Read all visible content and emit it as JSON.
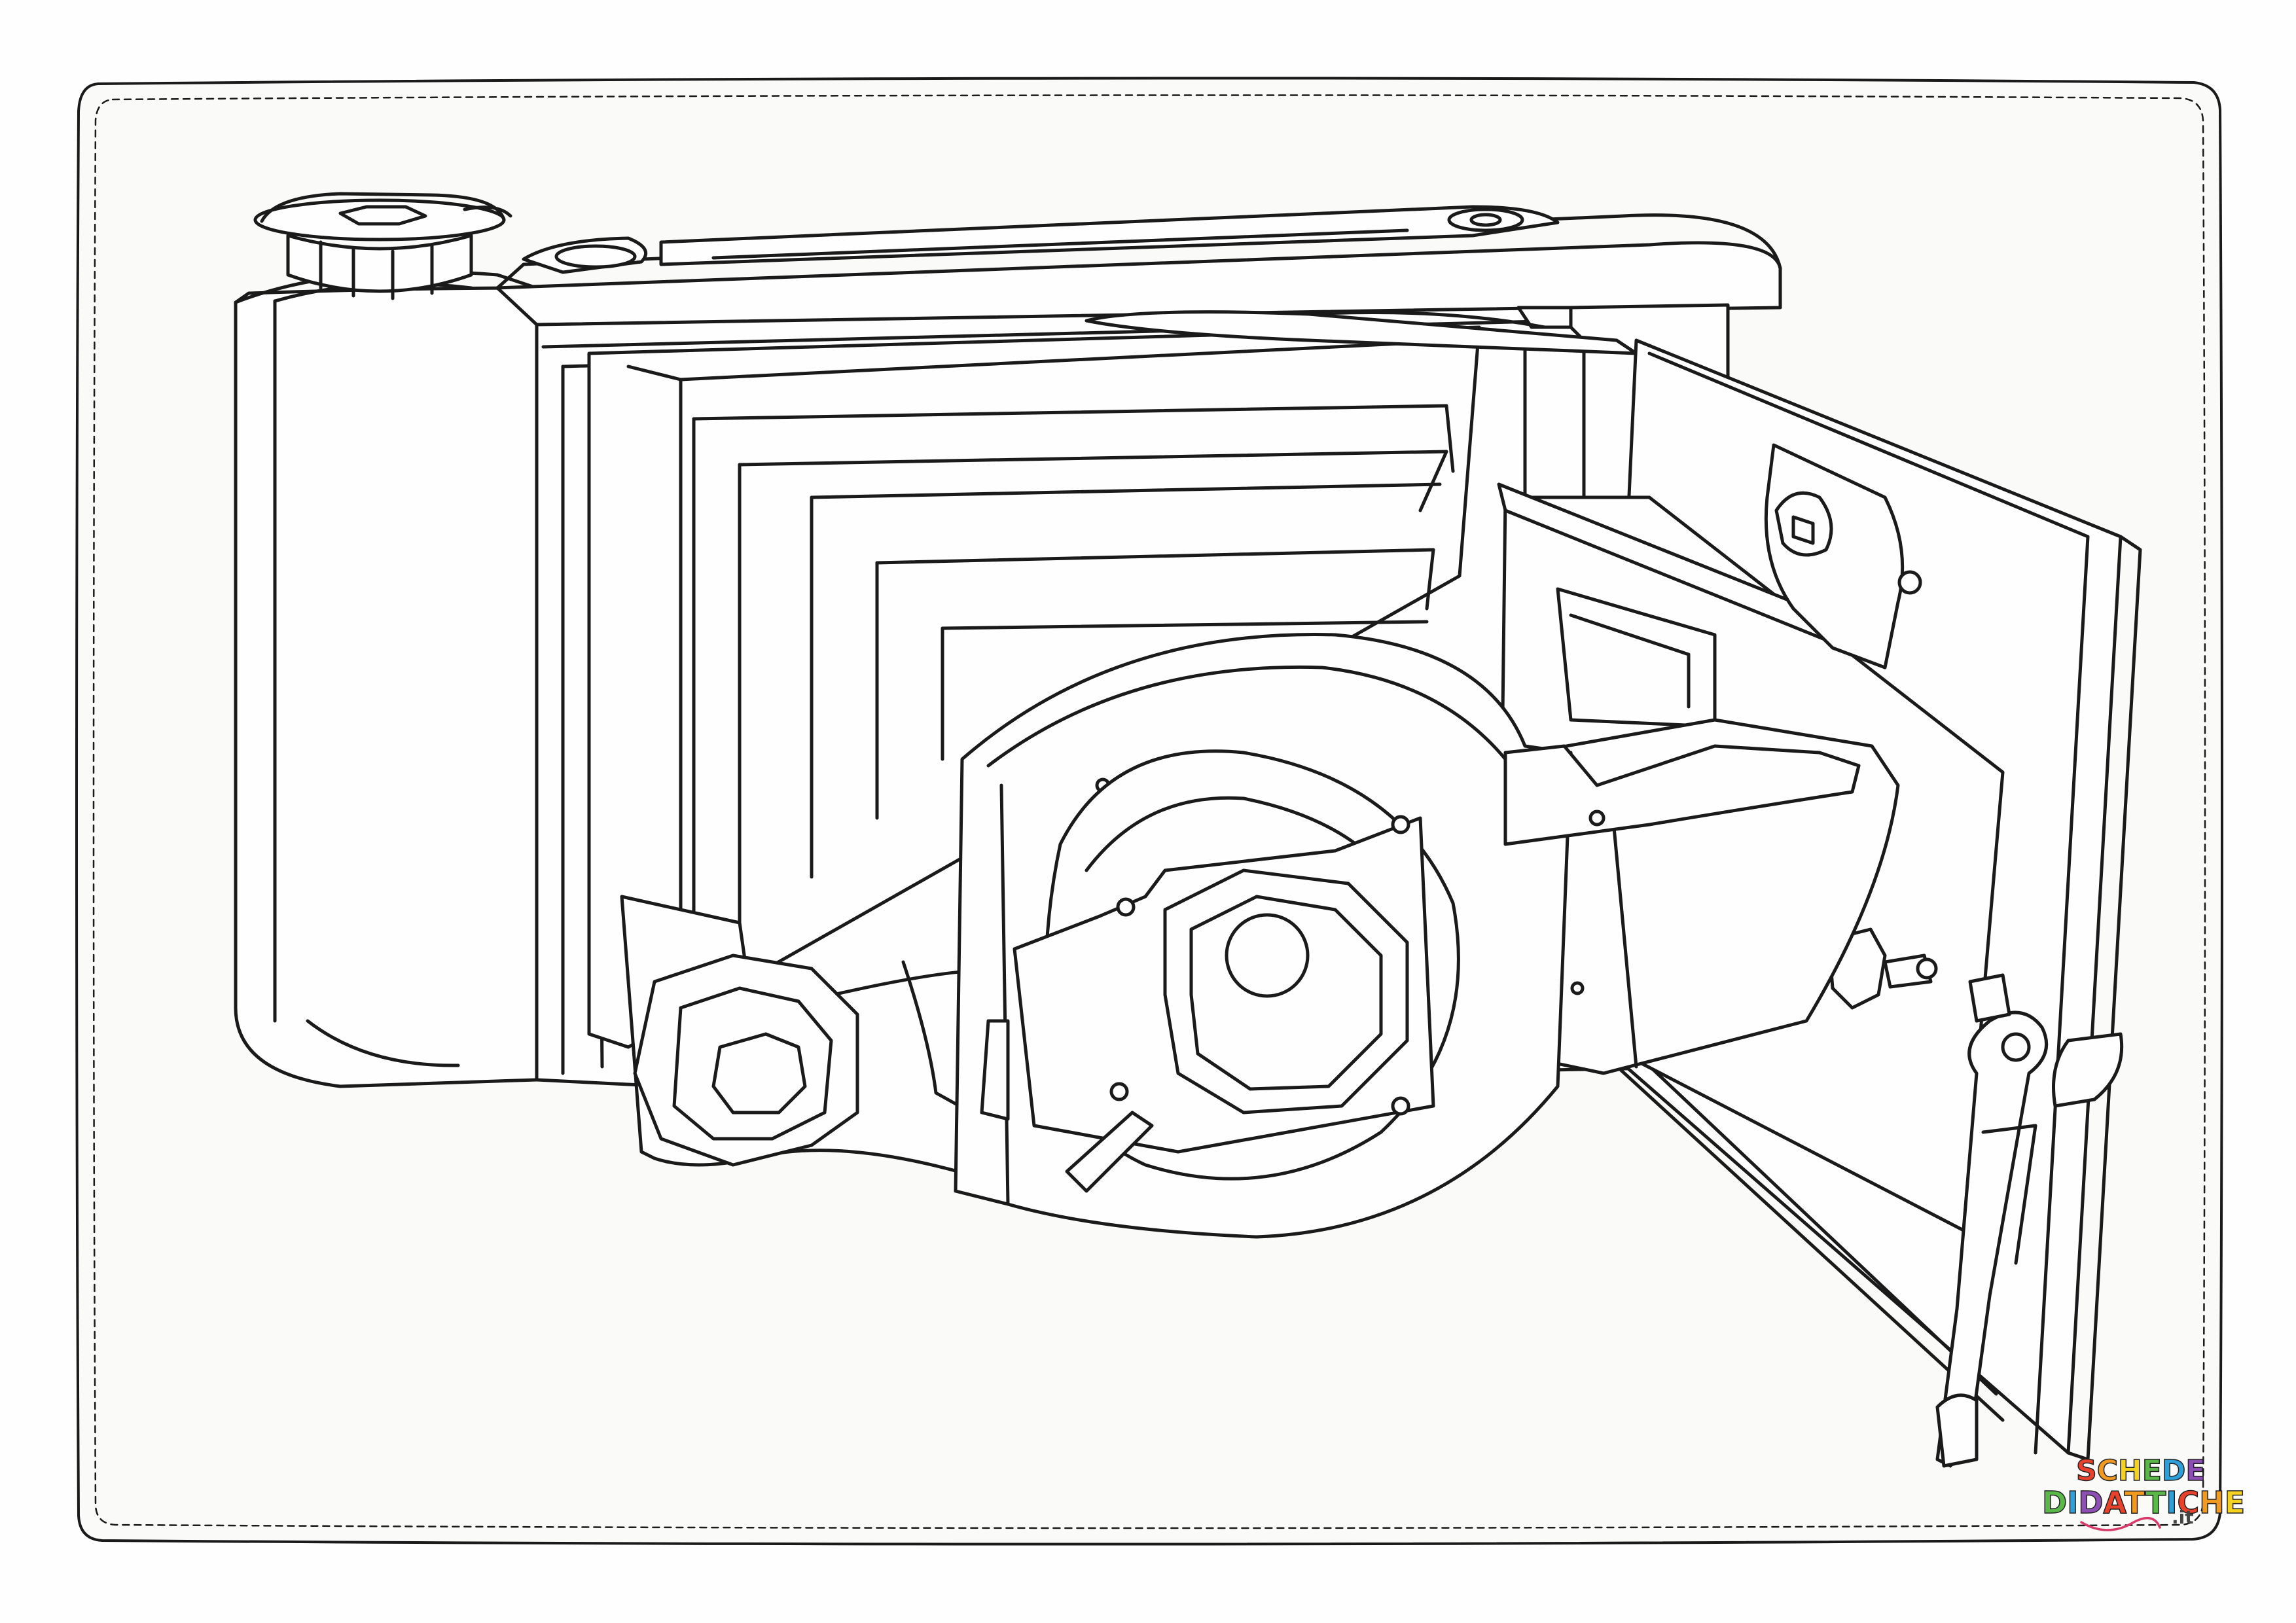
{
  "sheet": {
    "subject": "folding camera coloring page",
    "line_color": "#1a1a1a",
    "paper_color": "#fafaf9"
  },
  "logo": {
    "line1": "SCHEDE",
    "line2": "DIDATTICHE",
    "suffix": ".it",
    "letter_colors": [
      "#e8422c",
      "#f29a1f",
      "#f4d21f",
      "#59b847",
      "#2e9fd8",
      "#8e4fb5",
      "#e8422c",
      "#f29a1f",
      "#59b847",
      "#2e9fd8"
    ]
  }
}
